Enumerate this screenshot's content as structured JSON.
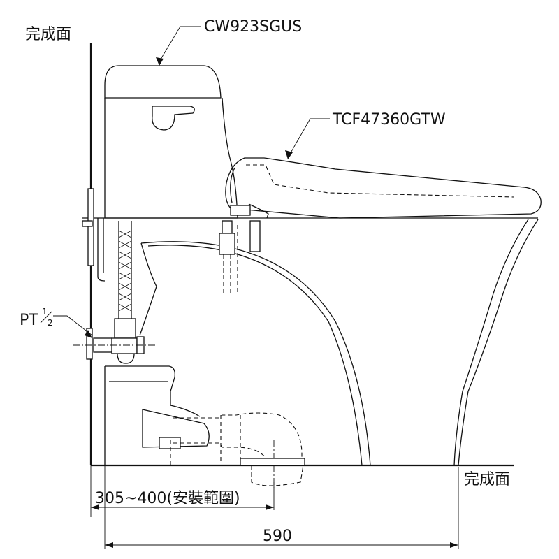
{
  "labels": {
    "finished_wall": "完成面",
    "finished_floor": "完成面",
    "toilet_model": "CW923SGUS",
    "seat_model": "TCF47360GTW",
    "pipe_thread_prefix": "PT",
    "pipe_thread_num": "1",
    "pipe_thread_den": "2",
    "install_range": "305~400(安裝範圍)",
    "overall_depth": "590"
  }
}
